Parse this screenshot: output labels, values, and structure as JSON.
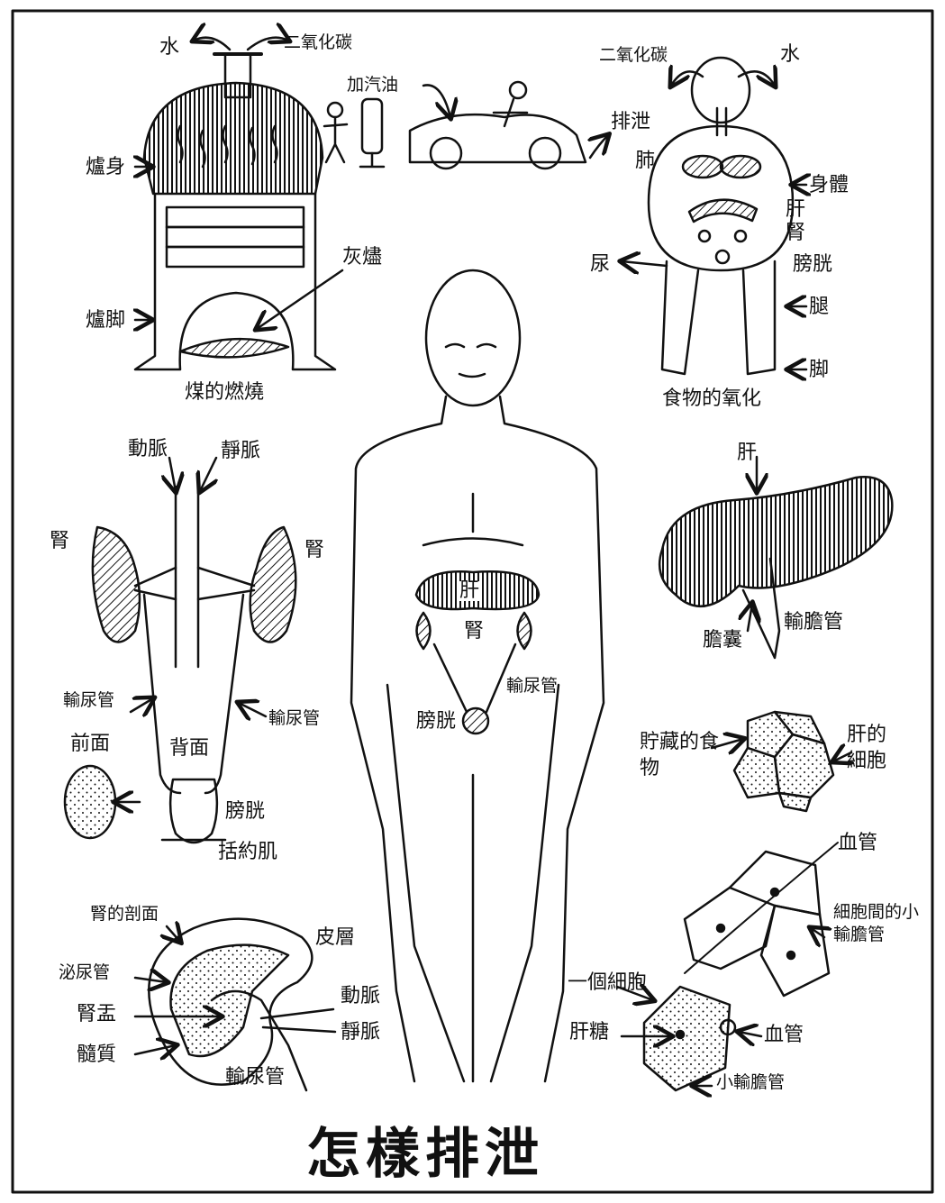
{
  "title": "怎樣排泄",
  "stove": {
    "caption": "煤的燃燒",
    "water": "水",
    "co2": "二氧化碳",
    "body_label": "爐身",
    "foot_label": "爐脚",
    "ash_label": "灰燼"
  },
  "car": {
    "fuel_label": "加汽油",
    "exhaust_label": "排泄"
  },
  "body_oxidation": {
    "caption": "食物的氧化",
    "co2": "二氧化碳",
    "water": "水",
    "lung": "肺",
    "body": "身體",
    "liver": "肝",
    "kidney": "腎",
    "urine": "尿",
    "bladder": "膀胱",
    "leg": "腿",
    "foot": "脚"
  },
  "kidneys": {
    "artery": "動脈",
    "vein": "靜脈",
    "kidney_left": "腎",
    "kidney_right": "腎",
    "ureter_left": "輸尿管",
    "ureter_right": "輸尿管",
    "front": "前面",
    "back": "背面",
    "bladder": "膀胱",
    "sphincter": "括約肌"
  },
  "human": {
    "liver": "肝",
    "kidney": "腎",
    "ureter": "輸尿管",
    "bladder": "膀胱"
  },
  "liver_detail": {
    "liver": "肝",
    "bile_duct": "輸膽管",
    "gallbladder": "膽囊"
  },
  "liver_cells": {
    "stored_food": "貯藏的食物",
    "liver_cell": "肝的細胞"
  },
  "kidney_section": {
    "section": "腎的剖面",
    "cortex": "皮層",
    "urinary_tubule": "泌尿管",
    "artery": "動脈",
    "pelvis": "腎盂",
    "vein": "靜脈",
    "medulla": "髓質",
    "ureter": "輸尿管"
  },
  "cell_detail": {
    "blood_vessel_top": "血管",
    "intercellular_ducts": "細胞間的小輸膽管",
    "one_cell": "一個細胞",
    "glycogen": "肝糖",
    "blood_vessel": "血管",
    "small_bile_duct": "小輸膽管"
  }
}
